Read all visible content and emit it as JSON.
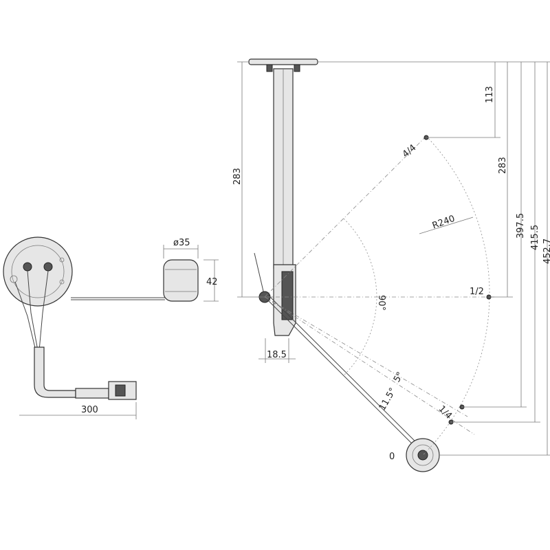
{
  "labels": {
    "dim_113": "113",
    "dim_283_right": "283",
    "dim_397": "397.5",
    "dim_415": "415.5",
    "dim_452": "452.7",
    "dim_283_left": "283",
    "dim_18_5": "18.5",
    "dim_300": "300",
    "dim_35": "ø35",
    "dim_42": "42",
    "radius": "R240",
    "angle_90": "90°",
    "angle_11_5": "11.5°",
    "angle_5": "5°",
    "pos_full": "4/4",
    "pos_half": "1/2",
    "pos_quarter": "1/4",
    "pos_zero": "0"
  },
  "colors": {
    "line": "#444444",
    "body": "#e6e6e6",
    "dark": "#555555"
  }
}
